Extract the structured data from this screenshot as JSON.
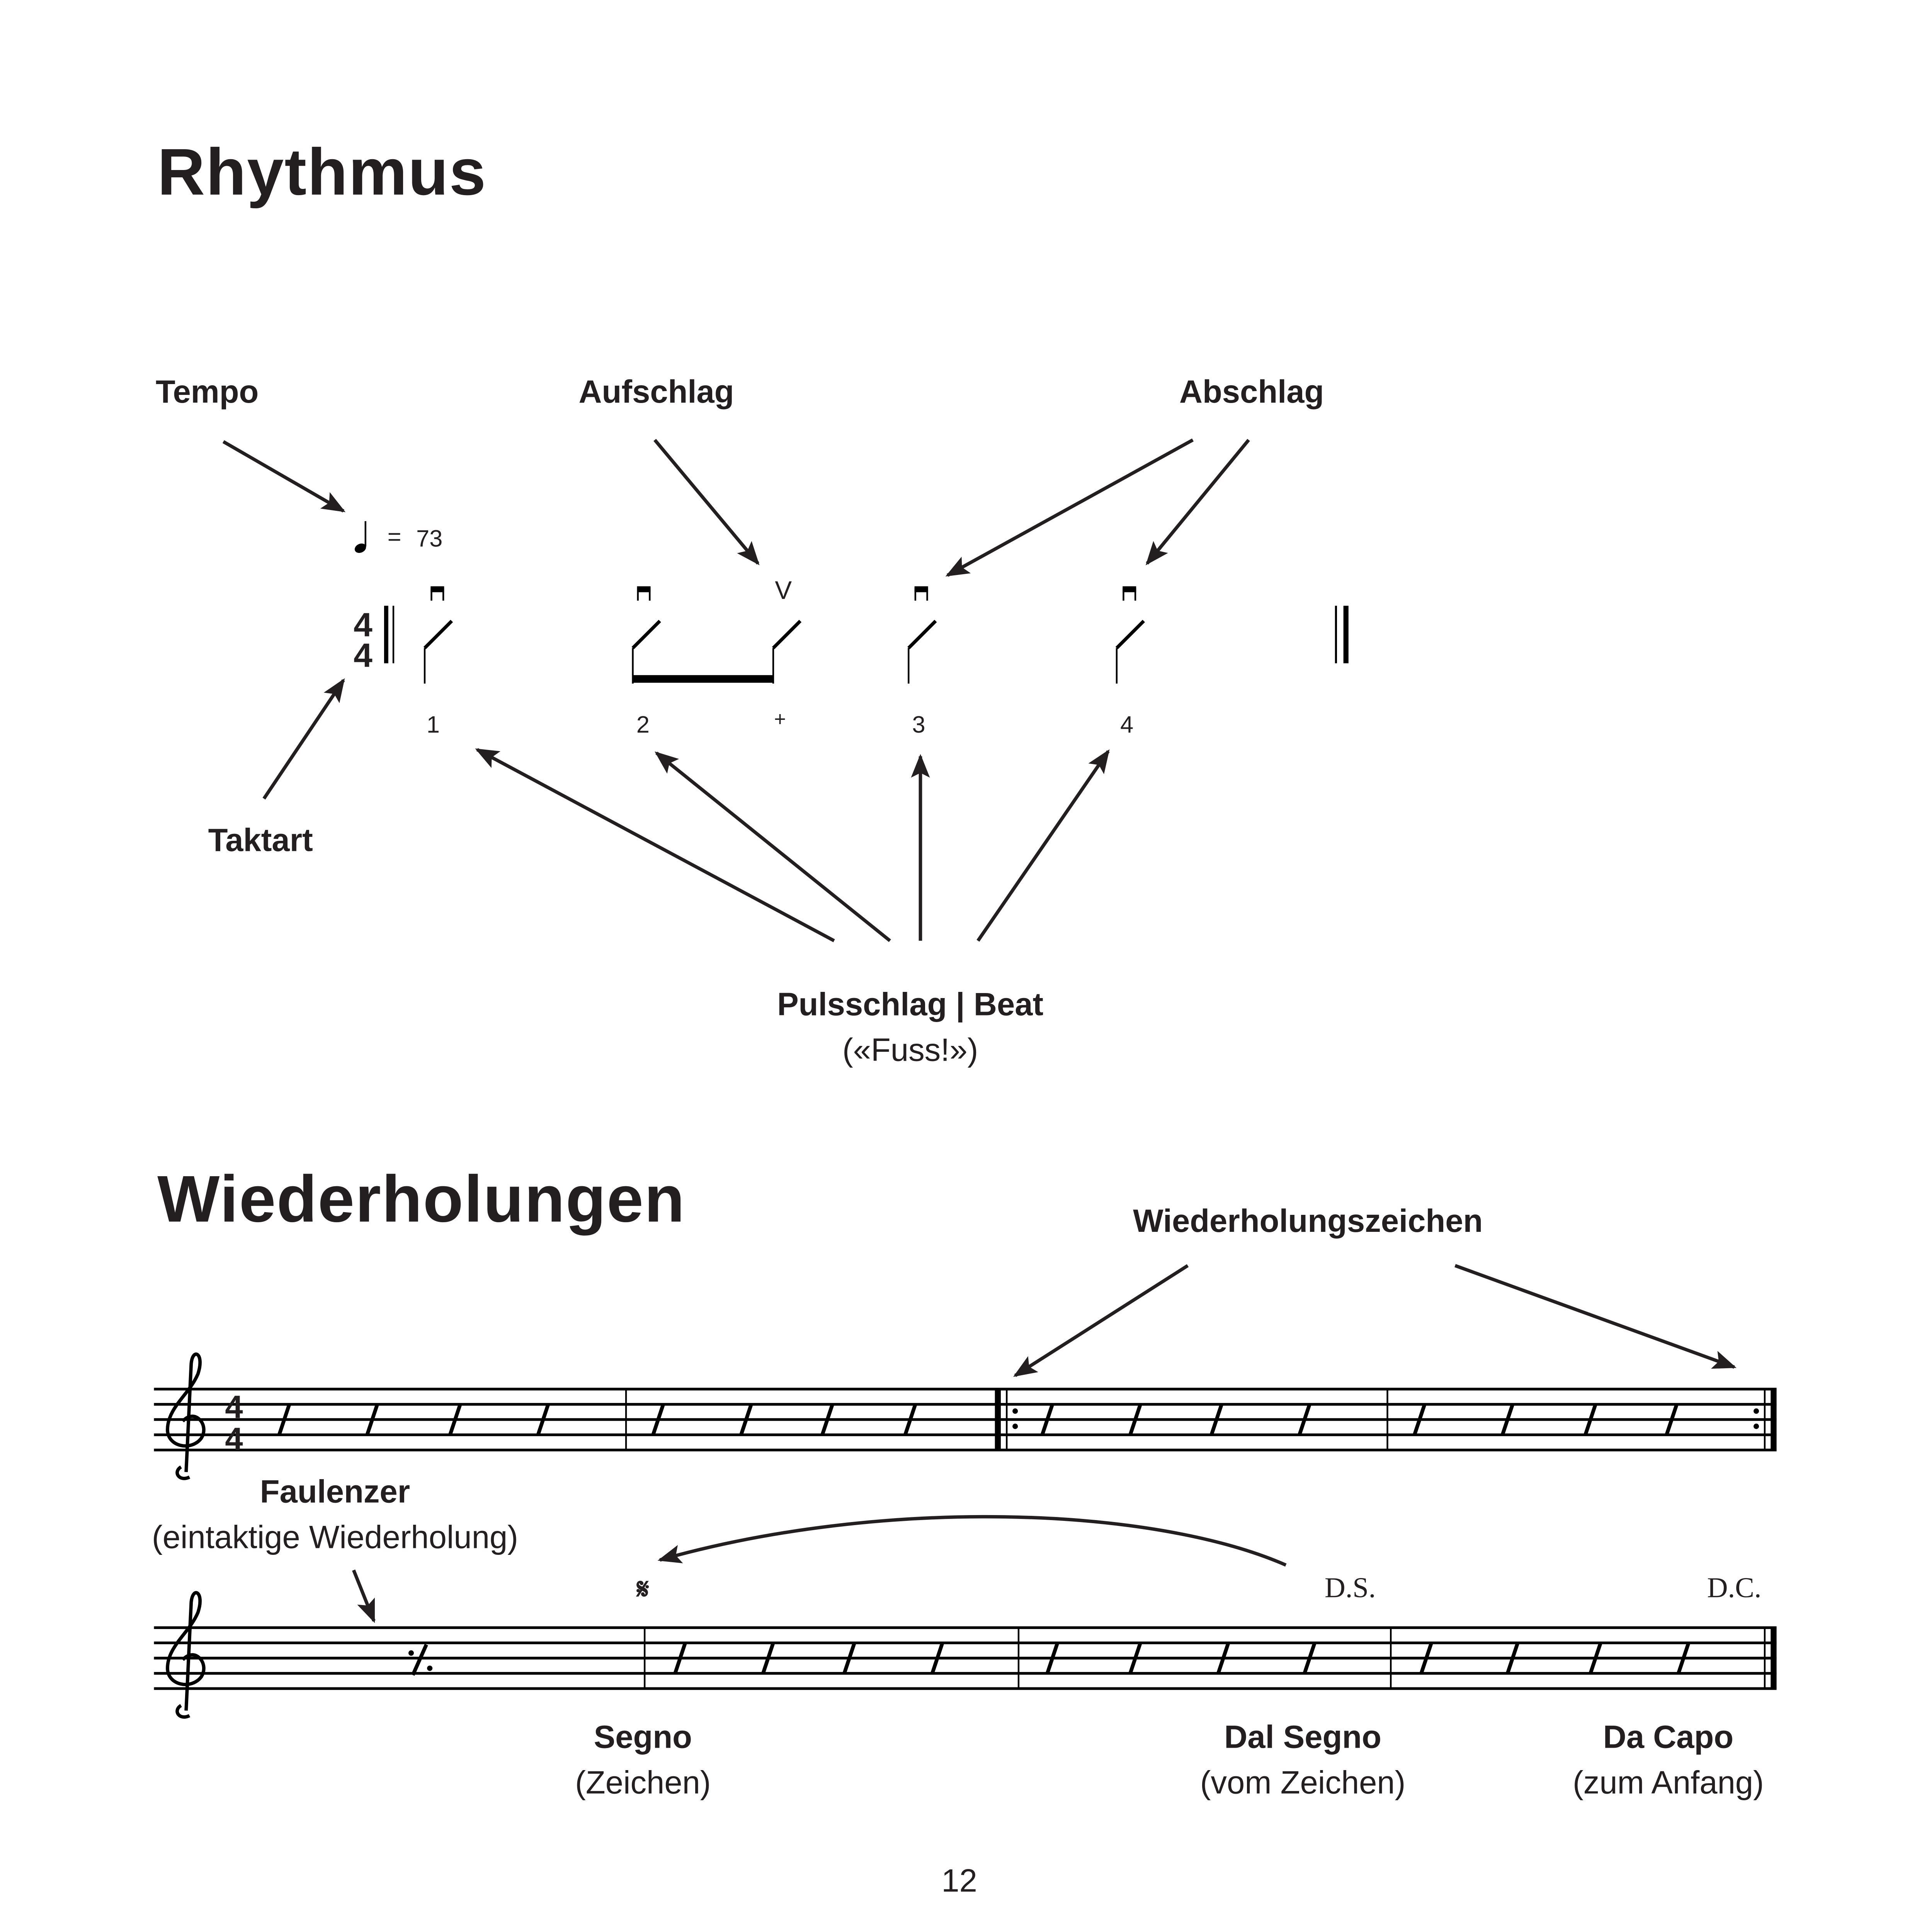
{
  "rhythm": {
    "title": "Rhythmus",
    "labels": {
      "tempo": "Tempo",
      "upstroke": "Aufschlag",
      "downstroke": "Abschlag",
      "time_signature": "Taktart",
      "beat": "Pulsschlag | Beat",
      "beat_note": "(«Fuss!»)"
    },
    "tempo_mark": {
      "equals": "=",
      "bpm": "73"
    },
    "time_signature": {
      "top": "4",
      "bottom": "4"
    },
    "upstroke_symbol": "V",
    "counts": [
      "1",
      "2",
      "+",
      "3",
      "4"
    ]
  },
  "repeats": {
    "title": "Wiederholungen",
    "labels": {
      "repeat_signs": "Wiederholungszeichen",
      "faulenzer": "Faulenzer",
      "faulenzer_note": "(eintaktige Wiederholung)",
      "segno": "Segno",
      "segno_note": "(Zeichen)",
      "dal_segno": "Dal Segno",
      "dal_segno_note": "(vom Zeichen)",
      "da_capo": "Da Capo",
      "da_capo_note": "(zum Anfang)"
    },
    "time_signature": {
      "top": "4",
      "bottom": "4"
    },
    "marks": {
      "segno": "𝄋",
      "ds": "D.S.",
      "dc": "D.C.",
      "simile": "%"
    }
  },
  "page_number": "12"
}
